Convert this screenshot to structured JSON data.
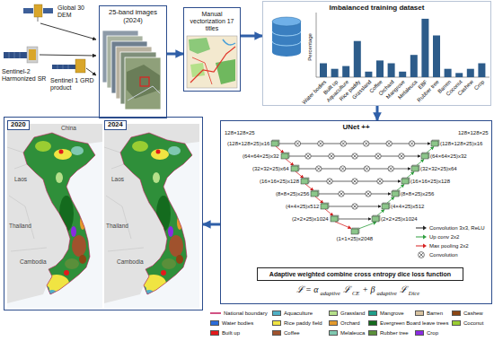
{
  "diagram": {
    "nodes": [
      {
        "text": [
          "25-band images (2024)"
        ]
      },
      {
        "text": [
          "Manual vectorization 17 titles"
        ]
      },
      {
        "text": [
          "Imbalanced training dataset"
        ]
      },
      {
        "text": [
          "UNet ++"
        ]
      },
      {
        "text": [
          "Adaptive weighted combine cross entropy dice loss function"
        ],
        "in": 3
      },
      {
        "text": [
          "2020",
          "2024"
        ]
      }
    ],
    "edges": [
      {
        "from": 0,
        "to": 1,
        "arrow": "to"
      },
      {
        "from": 1,
        "to": 2,
        "arrow": "to"
      },
      {
        "from": 2,
        "to": 3,
        "arrow": "to"
      },
      {
        "from": 3,
        "to": 5,
        "arrow": "to"
      }
    ],
    "labels": [
      "Global 30 DEM",
      "Sentinel-2 Harmonized SR",
      "Sentinel 1 GRD product",
      "Percentage",
      "Water bodies",
      "Built up",
      "Aquaculture",
      "Rice paddy",
      "Grassland",
      "Coffee",
      "Orchard",
      "Mangrove",
      "Melaleuca",
      "EBF",
      "Rubber tree",
      "Barren",
      "Coconut",
      "Cashew",
      "Crop",
      "128×128×25",
      "(128×128×25)x16",
      "(64×64×25)x32",
      "(32×32×25)x64",
      "(16×16×25)x128",
      "(8×8×25)x256",
      "(4×4×25)x512",
      "(2×2×25)x1024",
      "(1×1×25)x2048",
      "(128×128×25)x16",
      "(64×64×25)x32",
      "(32×32×25)x64",
      "(16×16×25)x128",
      "(8×8×25)x256",
      "(4×4×25)x512",
      "(2×2×25)x1024",
      "128×128×25",
      "ℒ = α",
      "adaptive",
      "ℒ",
      "CE",
      "+ β",
      "adaptive",
      "ℒ",
      "Dice",
      "China",
      "Laos",
      "Thailand",
      "Cambodia",
      "Laos",
      "Thailand",
      "Cambodia"
    ],
    "legend": [
      {
        "text": "Convolution 3x3, ReLU"
      },
      {
        "text": "Up conv 2x2"
      },
      {
        "text": "Max pooling 2x2"
      },
      {
        "text": "Convolution"
      },
      {
        "text": "National boundary"
      },
      {
        "text": "Aquaculture",
        "color": "#4fb0c6"
      },
      {
        "text": "Grassland",
        "color": "#b5e08a"
      },
      {
        "text": "Mangrove",
        "color": "#1f9e89"
      },
      {
        "text": "Barren",
        "color": "#d8c3a0"
      },
      {
        "text": "Cashew",
        "color": "#8b4513"
      },
      {
        "text": "Water bodies",
        "color": "#2b6cd8"
      },
      {
        "text": "Rice paddy field",
        "color": "#f0e442"
      },
      {
        "text": "Orchard",
        "color": "#e39a2d"
      },
      {
        "text": "Evergreen Board leave trees",
        "color": "#146b1e"
      },
      {
        "text": "Coconut",
        "color": "#9acd32"
      },
      {
        "text": "Built up",
        "color": "#e31a1c"
      },
      {
        "text": "Coffee",
        "color": "#a0522d"
      },
      {
        "text": "Melaleuca",
        "color": "#7fc8b0"
      },
      {
        "text": "Rubber tree",
        "color": "#5a8f3a"
      },
      {
        "text": "Crop",
        "color": "#8a2be2"
      }
    ]
  }
}
